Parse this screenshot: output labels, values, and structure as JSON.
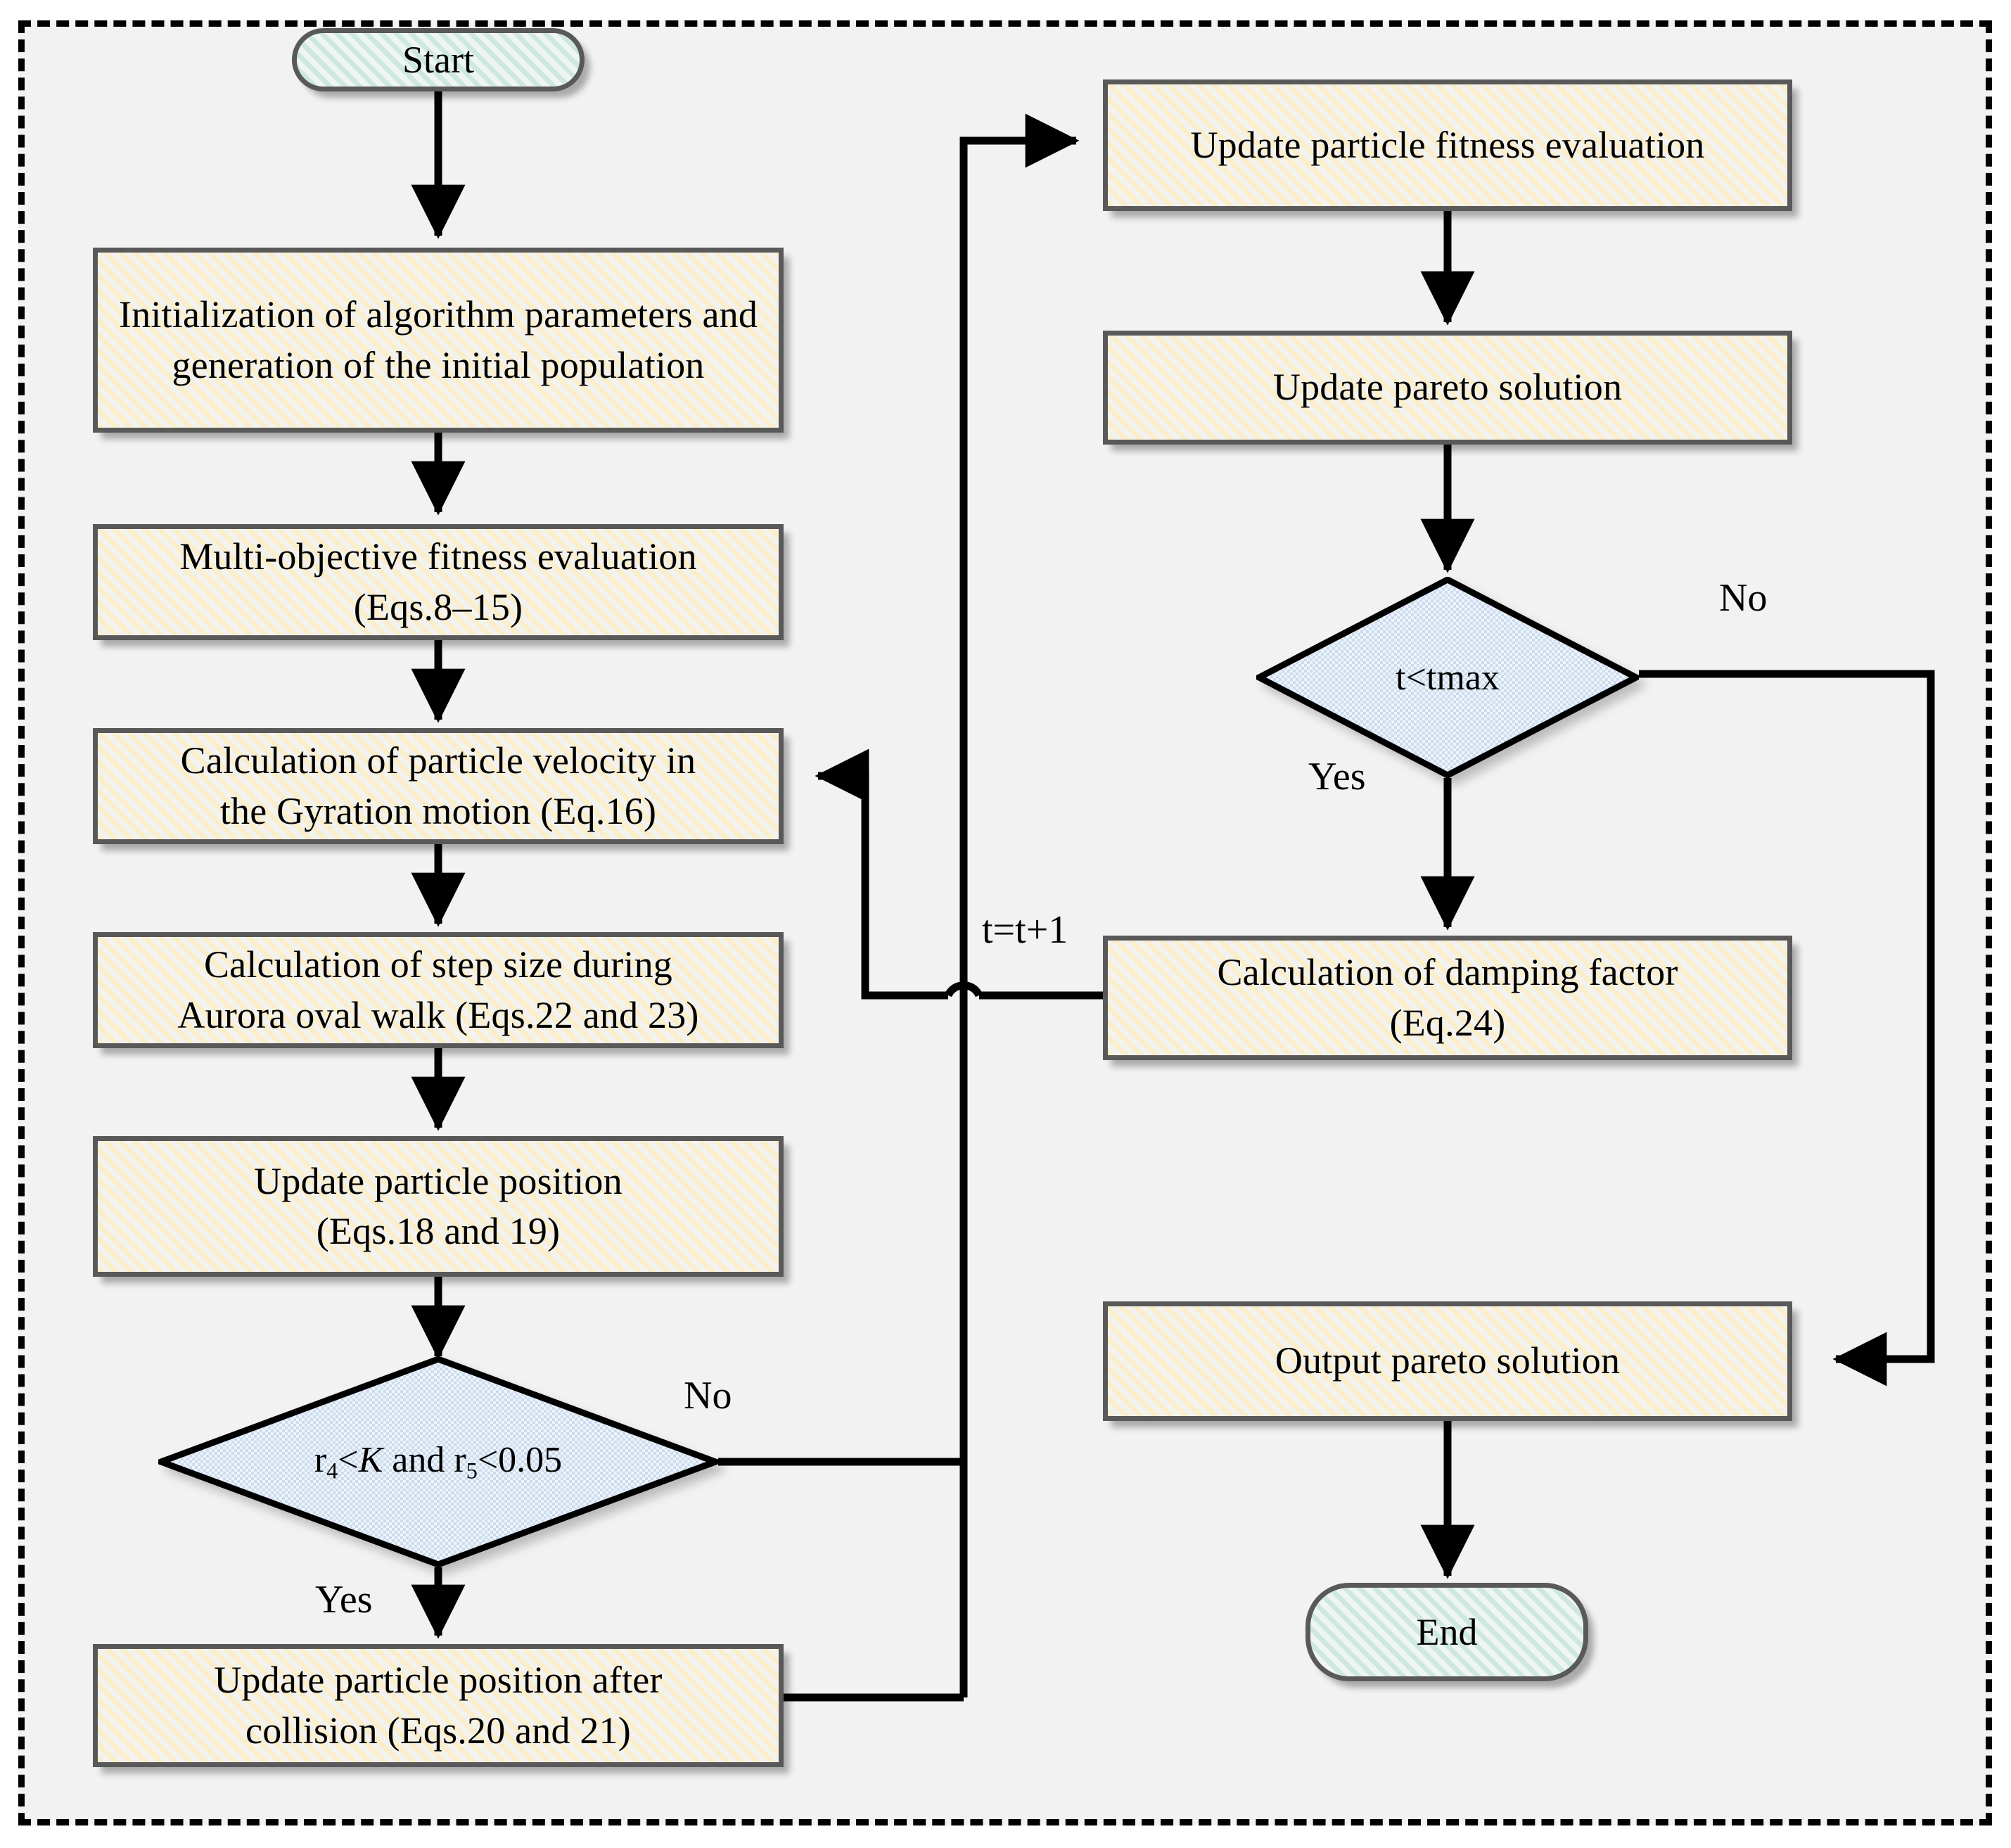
{
  "diagram": {
    "title": "Multi-objective optimization algorithm flowchart",
    "colors": {
      "canvas": "#f2f2f2",
      "frame_border": "#000000",
      "process_fill": "#faeecb",
      "process_border": "#595959",
      "terminator_fill": "#cfe8de",
      "decision_fill": "#dce6f2",
      "decision_border": "#000000",
      "connector": "#000000"
    }
  },
  "nodes": {
    "start": {
      "label": "Start",
      "shape": "terminator"
    },
    "init": {
      "label": "Initialization of algorithm parameters and generation of the initial population",
      "shape": "process"
    },
    "fitness_eval": {
      "line1": "Multi-objective fitness evaluation",
      "line2": "(Eqs.8–15)",
      "shape": "process"
    },
    "velocity": {
      "line1": "Calculation of particle velocity in",
      "line2": "the Gyration motion (Eq.16)",
      "shape": "process"
    },
    "stepsize": {
      "line1": "Calculation of step size during",
      "line2": "Aurora oval walk (Eqs.22 and 23)",
      "shape": "process"
    },
    "update_pos": {
      "line1": "Update particle position",
      "line2": "(Eqs.18 and 19)",
      "shape": "process"
    },
    "decision_collision": {
      "label_html": "r<sub>4</sub>&lt;<i>K</i> and r<sub>5</sub>&lt;0.05",
      "shape": "decision"
    },
    "update_pos_collision": {
      "line1": "Update particle position after",
      "line2": "collision (Eqs.20 and 21)",
      "shape": "process"
    },
    "update_fitness": {
      "label": "Update particle fitness evaluation",
      "shape": "process"
    },
    "update_pareto": {
      "label": "Update pareto solution",
      "shape": "process"
    },
    "decision_tmax": {
      "label": "t<tmax",
      "shape": "decision"
    },
    "damping": {
      "line1": "Calculation of damping factor",
      "line2": "(Eq.24)",
      "shape": "process"
    },
    "output_pareto": {
      "label": "Output pareto solution",
      "shape": "process"
    },
    "end": {
      "label": "End",
      "shape": "terminator"
    }
  },
  "edge_labels": {
    "collision_no": "No",
    "collision_yes": "Yes",
    "tmax_no": "No",
    "tmax_yes": "Yes",
    "increment": "t=t+1"
  }
}
